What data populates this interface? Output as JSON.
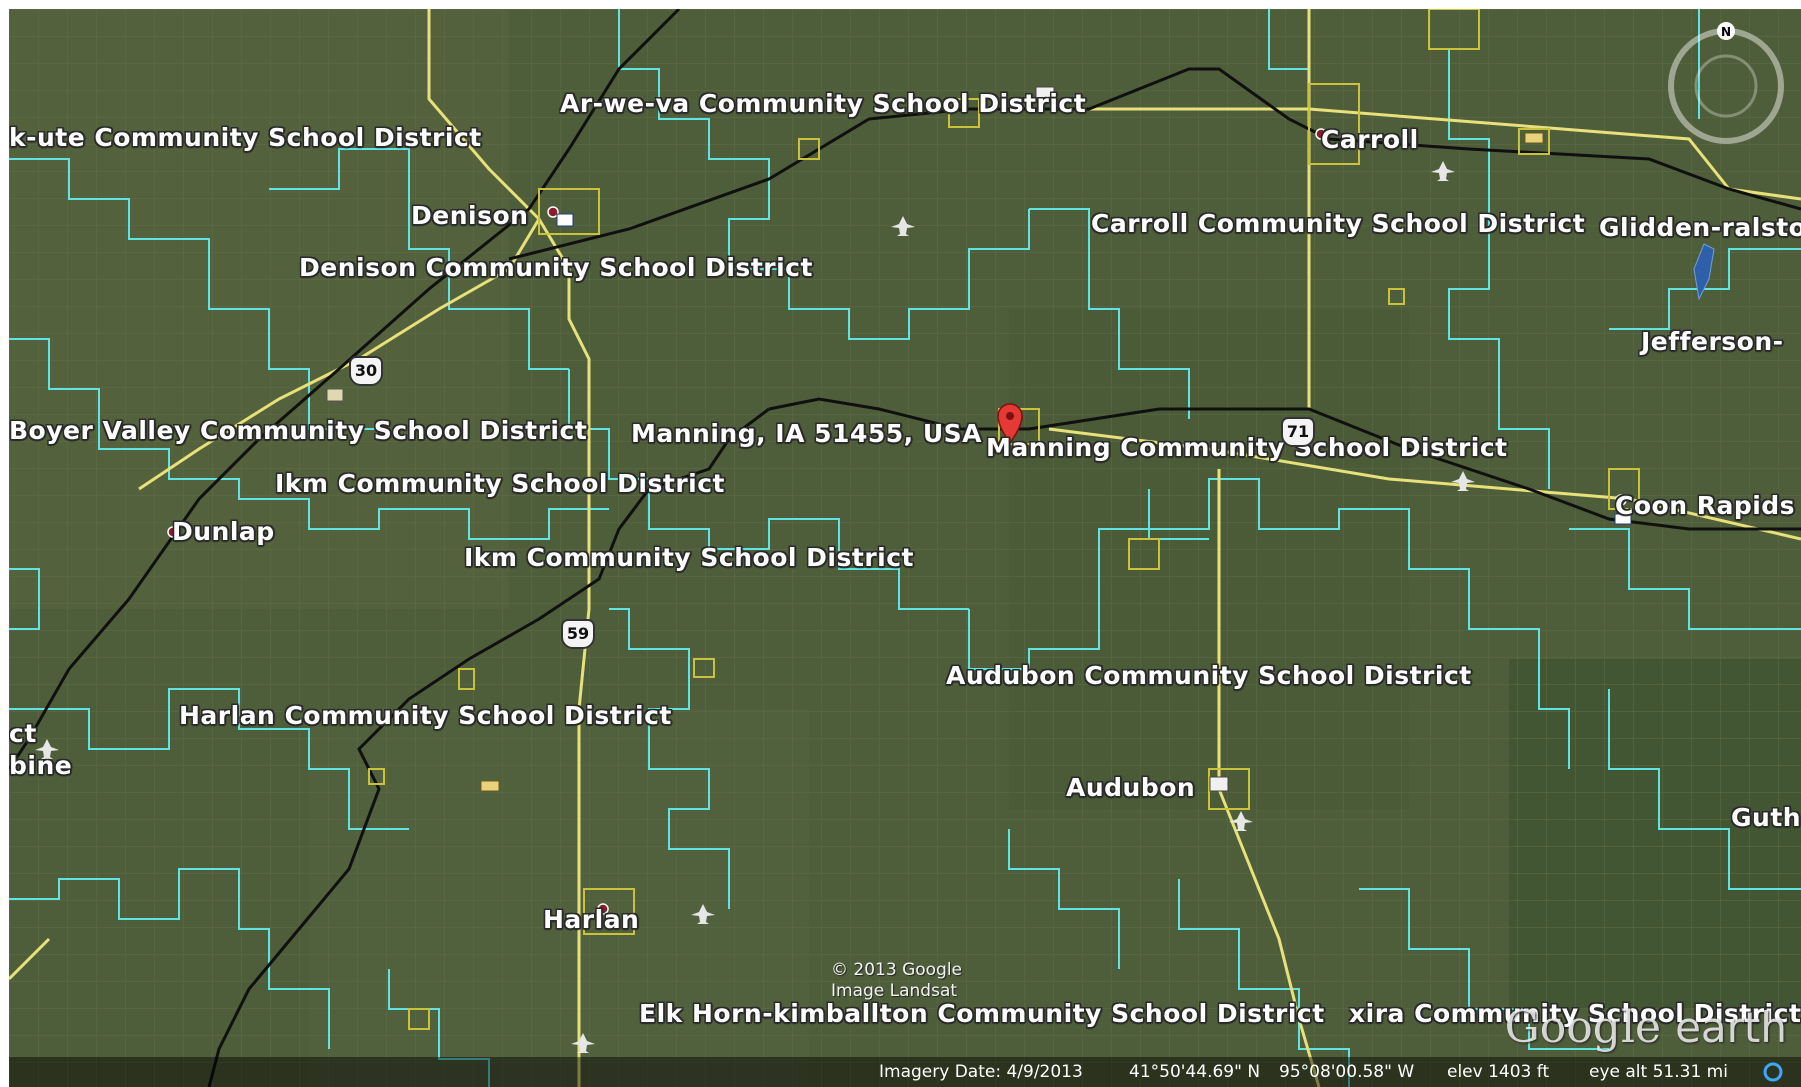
{
  "place_labels": {
    "arweva": "Ar-we-va Community School District",
    "kute": "k-ute Community School District",
    "carroll_city": "Carroll",
    "denison_city": "Denison",
    "carroll_district": "Carroll Community School District",
    "glidden": "Glidden-ralsto",
    "denison_district": "Denison Community School District",
    "jefferson": "Jefferson-",
    "boyer": "Boyer Valley Community School District",
    "manning_address": "Manning, IA 51455, USA",
    "manning_district": "Manning Community School District",
    "ikm1": "Ikm Community School District",
    "coon": "Coon Rapids",
    "dunlap": "Dunlap",
    "ikm2": "Ikm Community School District",
    "audubon_district": "Audubon Community School District",
    "harlan_district": "Harlan Community School District",
    "ct": "ct",
    "bine": "bine",
    "audubon_city": "Audubon",
    "guth": "Guth",
    "harlan_city": "Harlan",
    "elkhorn": "Elk Horn-kimballton Community School District",
    "exira": "xira Community School District"
  },
  "road_shields": {
    "us30": "30",
    "us71": "71",
    "us59": "59"
  },
  "copyright": {
    "line1": "© 2013 Google",
    "line2": "Image Landsat"
  },
  "brand": {
    "google": "Google",
    "earth": "earth"
  },
  "compass": {
    "north": "N"
  },
  "status_bar": {
    "imagery_date": "Imagery Date: 4/9/2013",
    "lat": "41°50'44.69\" N",
    "lon": "95°08'00.58\" W",
    "elev": "elev  1403 ft",
    "eye_alt": "eye alt  51.31 mi"
  },
  "colors": {
    "terrain": "#4f5e3a",
    "district_boundary": "#5fe3e3",
    "road_highway": "#e8e07a",
    "railroad": "#000000",
    "town_outline": "#c9c23a",
    "placemark": "#e53935"
  },
  "icons": [
    "airport-icon",
    "school-icon",
    "placemark-icon",
    "town-dot-icon",
    "compass-icon"
  ]
}
